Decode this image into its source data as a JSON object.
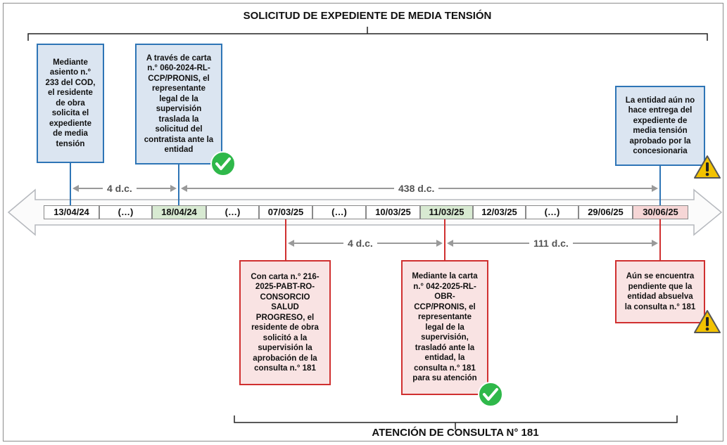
{
  "titles": {
    "top": "SOLICITUD DE EXPEDIENTE DE MEDIA TENSIÓN",
    "bottom": "ATENCIÓN DE CONSULTA N° 181"
  },
  "timeline": {
    "cells": [
      {
        "label": "13/04/24",
        "highlight": "none"
      },
      {
        "label": "(…)",
        "highlight": "none"
      },
      {
        "label": "18/04/24",
        "highlight": "green"
      },
      {
        "label": "(…)",
        "highlight": "none"
      },
      {
        "label": "07/03/25",
        "highlight": "none"
      },
      {
        "label": "(…)",
        "highlight": "none"
      },
      {
        "label": "10/03/25",
        "highlight": "none"
      },
      {
        "label": "11/03/25",
        "highlight": "green"
      },
      {
        "label": "12/03/25",
        "highlight": "none"
      },
      {
        "label": "(…)",
        "highlight": "none"
      },
      {
        "label": "29/06/25",
        "highlight": "none"
      },
      {
        "label": "30/06/25",
        "highlight": "pink"
      }
    ]
  },
  "durations": {
    "top": [
      "4 d.c.",
      "438 d.c."
    ],
    "bottom": [
      "4 d.c.",
      "111 d.c."
    ]
  },
  "events_top": [
    {
      "lines": [
        "Mediante",
        "asiento n.°",
        "233 del COD,",
        "el residente",
        "de obra",
        "solicita el",
        "expediente",
        "de media",
        "tensión"
      ],
      "status": "none"
    },
    {
      "lines": [
        "A través de carta",
        "n.° 060-2024-RL-",
        "CCP/PRONIS, el",
        "representante",
        "legal de la",
        "supervisión",
        "traslada la",
        "solicitud del",
        "contratista ante la",
        "entidad"
      ],
      "status": "check-icon"
    },
    {
      "lines": [
        "La entidad aún no",
        "hace entrega del",
        "expediente de",
        "media tensión",
        "aprobado por la",
        "concesionaria"
      ],
      "status": "warning-icon"
    }
  ],
  "events_bottom": [
    {
      "lines": [
        "Con carta n.° 216-",
        "2025-PABT-RO-",
        "CONSORCIO",
        "SALUD",
        "PROGRESO, el",
        "residente de obra",
        "solicitó a la",
        "supervisión la",
        "aprobación de la",
        "consulta n.° 181"
      ],
      "status": "none"
    },
    {
      "lines": [
        "Mediante la carta",
        "n.° 042-2025-RL-",
        "OBR-",
        "CCP/PRONIS, el",
        "representante",
        "legal de la",
        "supervisión,",
        "trasladó ante la",
        "entidad, la",
        "consulta n.° 181",
        "para su atención"
      ],
      "status": "check-icon"
    },
    {
      "lines": [
        "Aún se encuentra",
        "pendiente que la",
        "entidad absuelva",
        "la consulta n.° 181"
      ],
      "status": "warning-icon"
    }
  ],
  "colors": {
    "blue_border": "#2e75b6",
    "blue_fill": "#dbe5f1",
    "red_border": "#d03030",
    "red_fill": "#f9e3e3",
    "green_cell": "#d8ead2",
    "pink_cell": "#f6d6d6",
    "check_green": "#2fb84a",
    "warning_yellow": "#f2c200"
  }
}
